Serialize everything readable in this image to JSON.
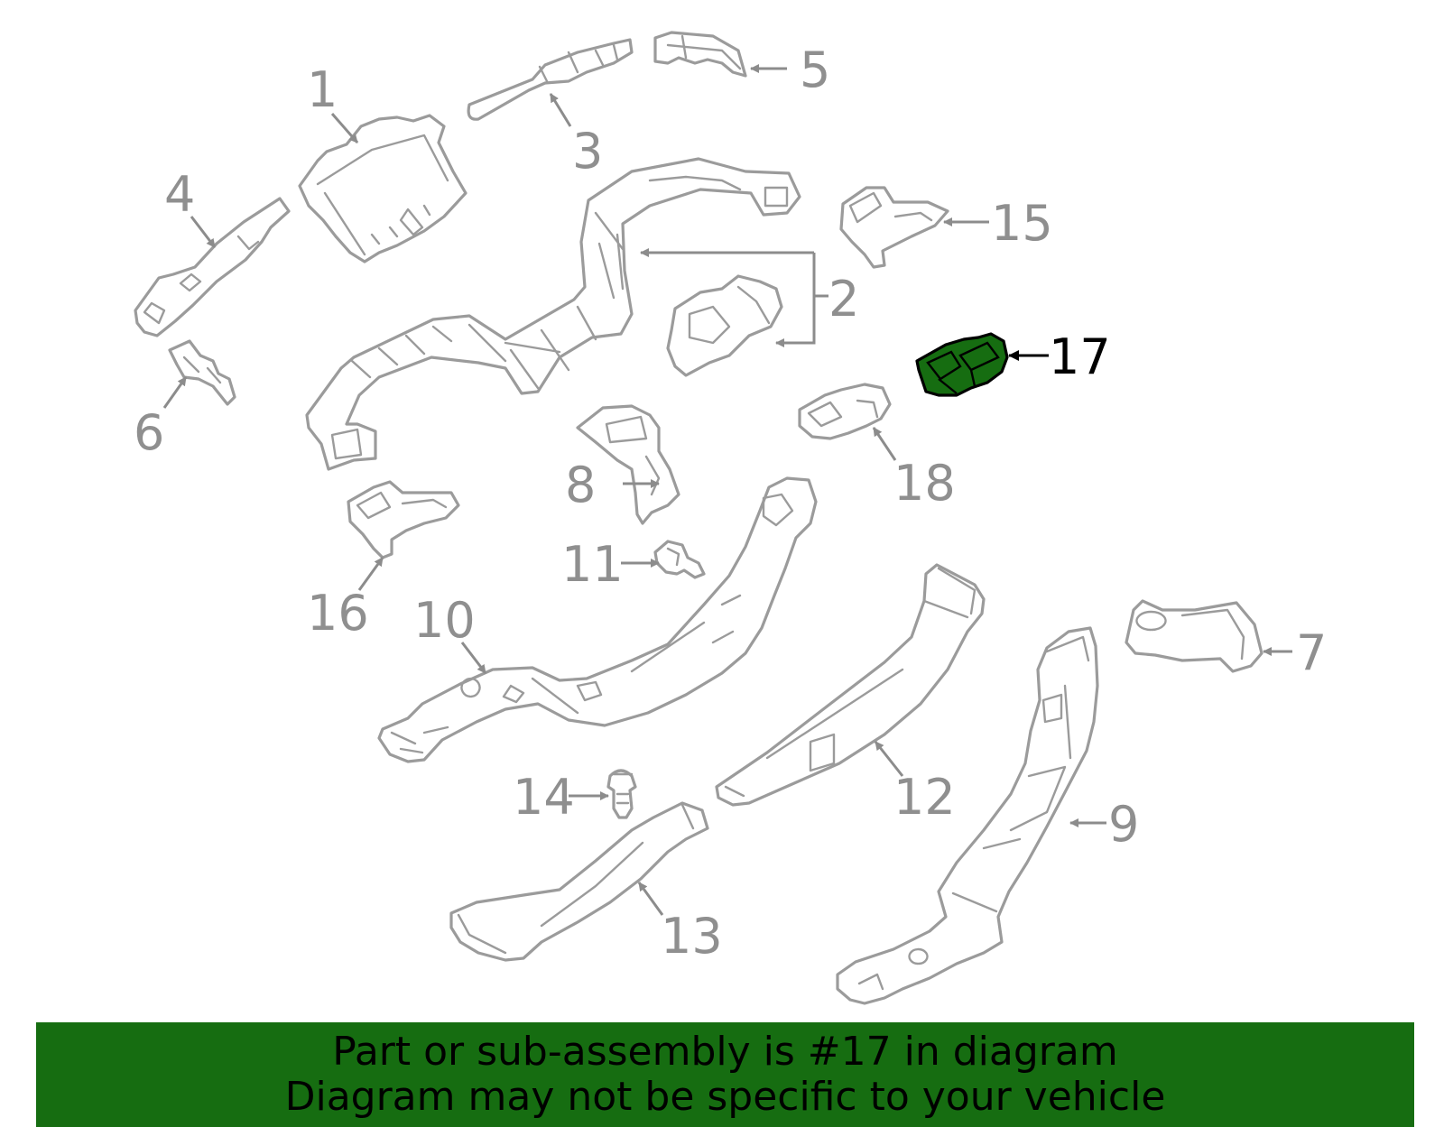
{
  "callouts": {
    "c1": "1",
    "c2": "2",
    "c3": "3",
    "c4": "4",
    "c5": "5",
    "c6": "6",
    "c7": "7",
    "c8": "8",
    "c9": "9",
    "c10": "10",
    "c11": "11",
    "c12": "12",
    "c13": "13",
    "c14": "14",
    "c15": "15",
    "c16": "16",
    "c17": "17",
    "c18": "18"
  },
  "highlight_part": "17",
  "colors": {
    "highlight": "#166d11",
    "outline": "#9b9b9b",
    "banner": "#166d11"
  },
  "banner": {
    "line1": "Part or sub-assembly is #17 in diagram",
    "line2": "Diagram may not be specific to your vehicle"
  }
}
